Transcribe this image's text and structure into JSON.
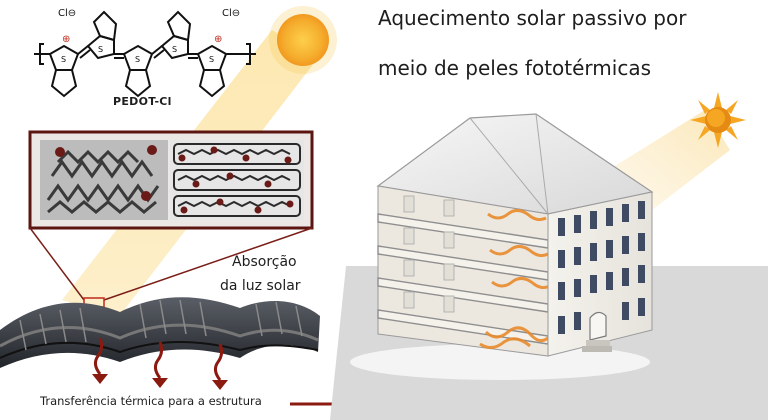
{
  "title": {
    "line1": "Aquecimento solar passivo por",
    "line2": "meio de peles fototérmicas"
  },
  "molecule": {
    "name": "PEDOT-Cl",
    "counter_ion": "Cl⊖",
    "ring_atom": "S",
    "charge": "⊕"
  },
  "labels": {
    "absorption_line1": "Absorção",
    "absorption_line2": "da luz solar",
    "transfer": "Transferência térmica para a estrutura"
  },
  "colors": {
    "sun": "#f5a623",
    "sunlight_beam": "#fbe3a2",
    "arrow": "#8b1a10",
    "fabric": "#3a3d42",
    "building_wall": "#f1efe9",
    "window": "#3f4a63",
    "heat_swirl": "#e98a2c",
    "ground": "#d9d9d9"
  }
}
